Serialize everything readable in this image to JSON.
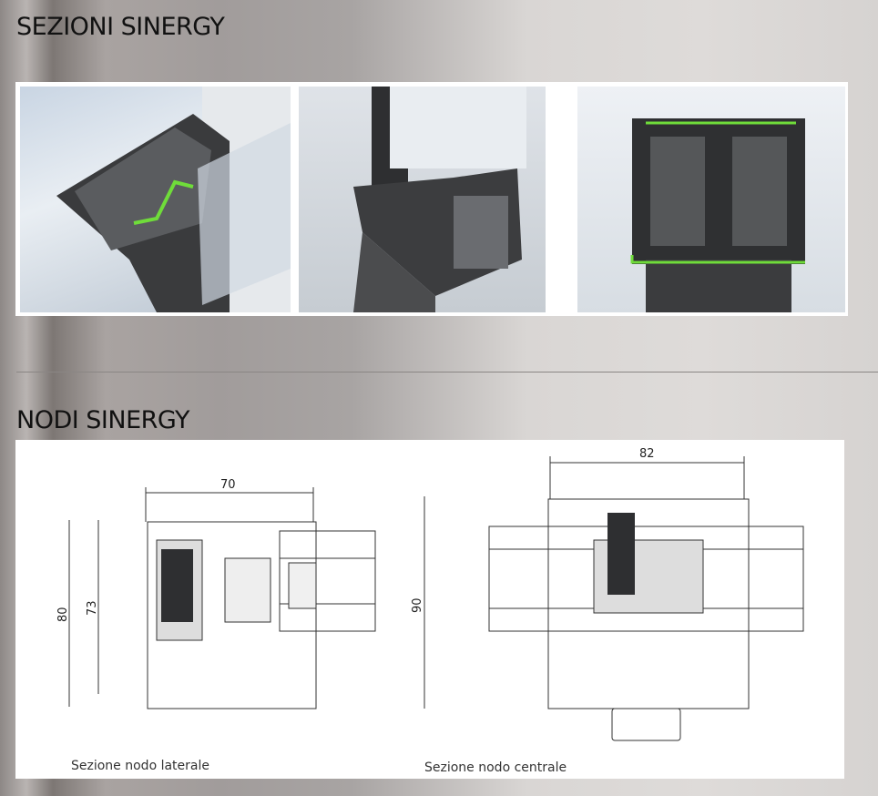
{
  "sections": {
    "title": "SEZIONI SINERGY",
    "images": [
      {
        "name": "corner-section-render"
      },
      {
        "name": "sill-section-render"
      },
      {
        "name": "central-node-render"
      }
    ]
  },
  "nodes": {
    "title": "NODI SINERGY",
    "drawings": [
      {
        "caption": "Sezione nodo laterale",
        "dims": {
          "width": "70",
          "inner_height": "73",
          "height": "80"
        }
      },
      {
        "caption": "Sezione nodo centrale",
        "dims": {
          "width": "82",
          "height": "90"
        }
      }
    ]
  },
  "colors": {
    "accent_green": "#6fdc3a",
    "profile_dark": "#2e2f31"
  }
}
